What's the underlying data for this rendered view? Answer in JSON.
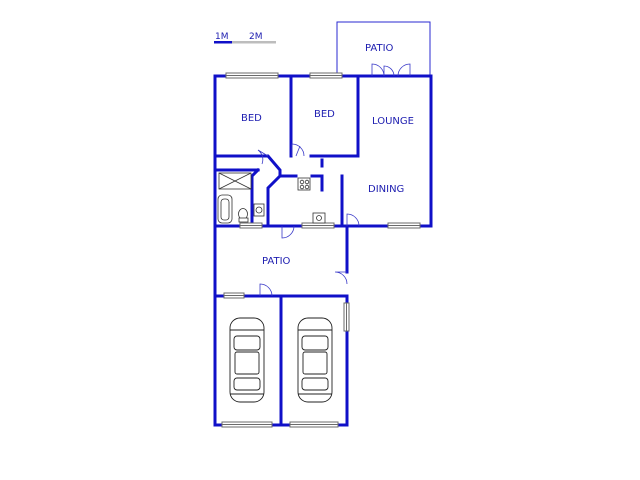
{
  "scale": {
    "label_1": "1M",
    "label_2": "2M"
  },
  "rooms": {
    "patio_top": "PATIO",
    "bed_1": "BED",
    "bed_2": "BED",
    "lounge": "LOUNGE",
    "dining": "DINING",
    "patio_mid": "PATIO"
  },
  "colors": {
    "wall": "#1010c8",
    "text": "#1d1db0",
    "scale_bar_light": "#bdbdbd"
  }
}
